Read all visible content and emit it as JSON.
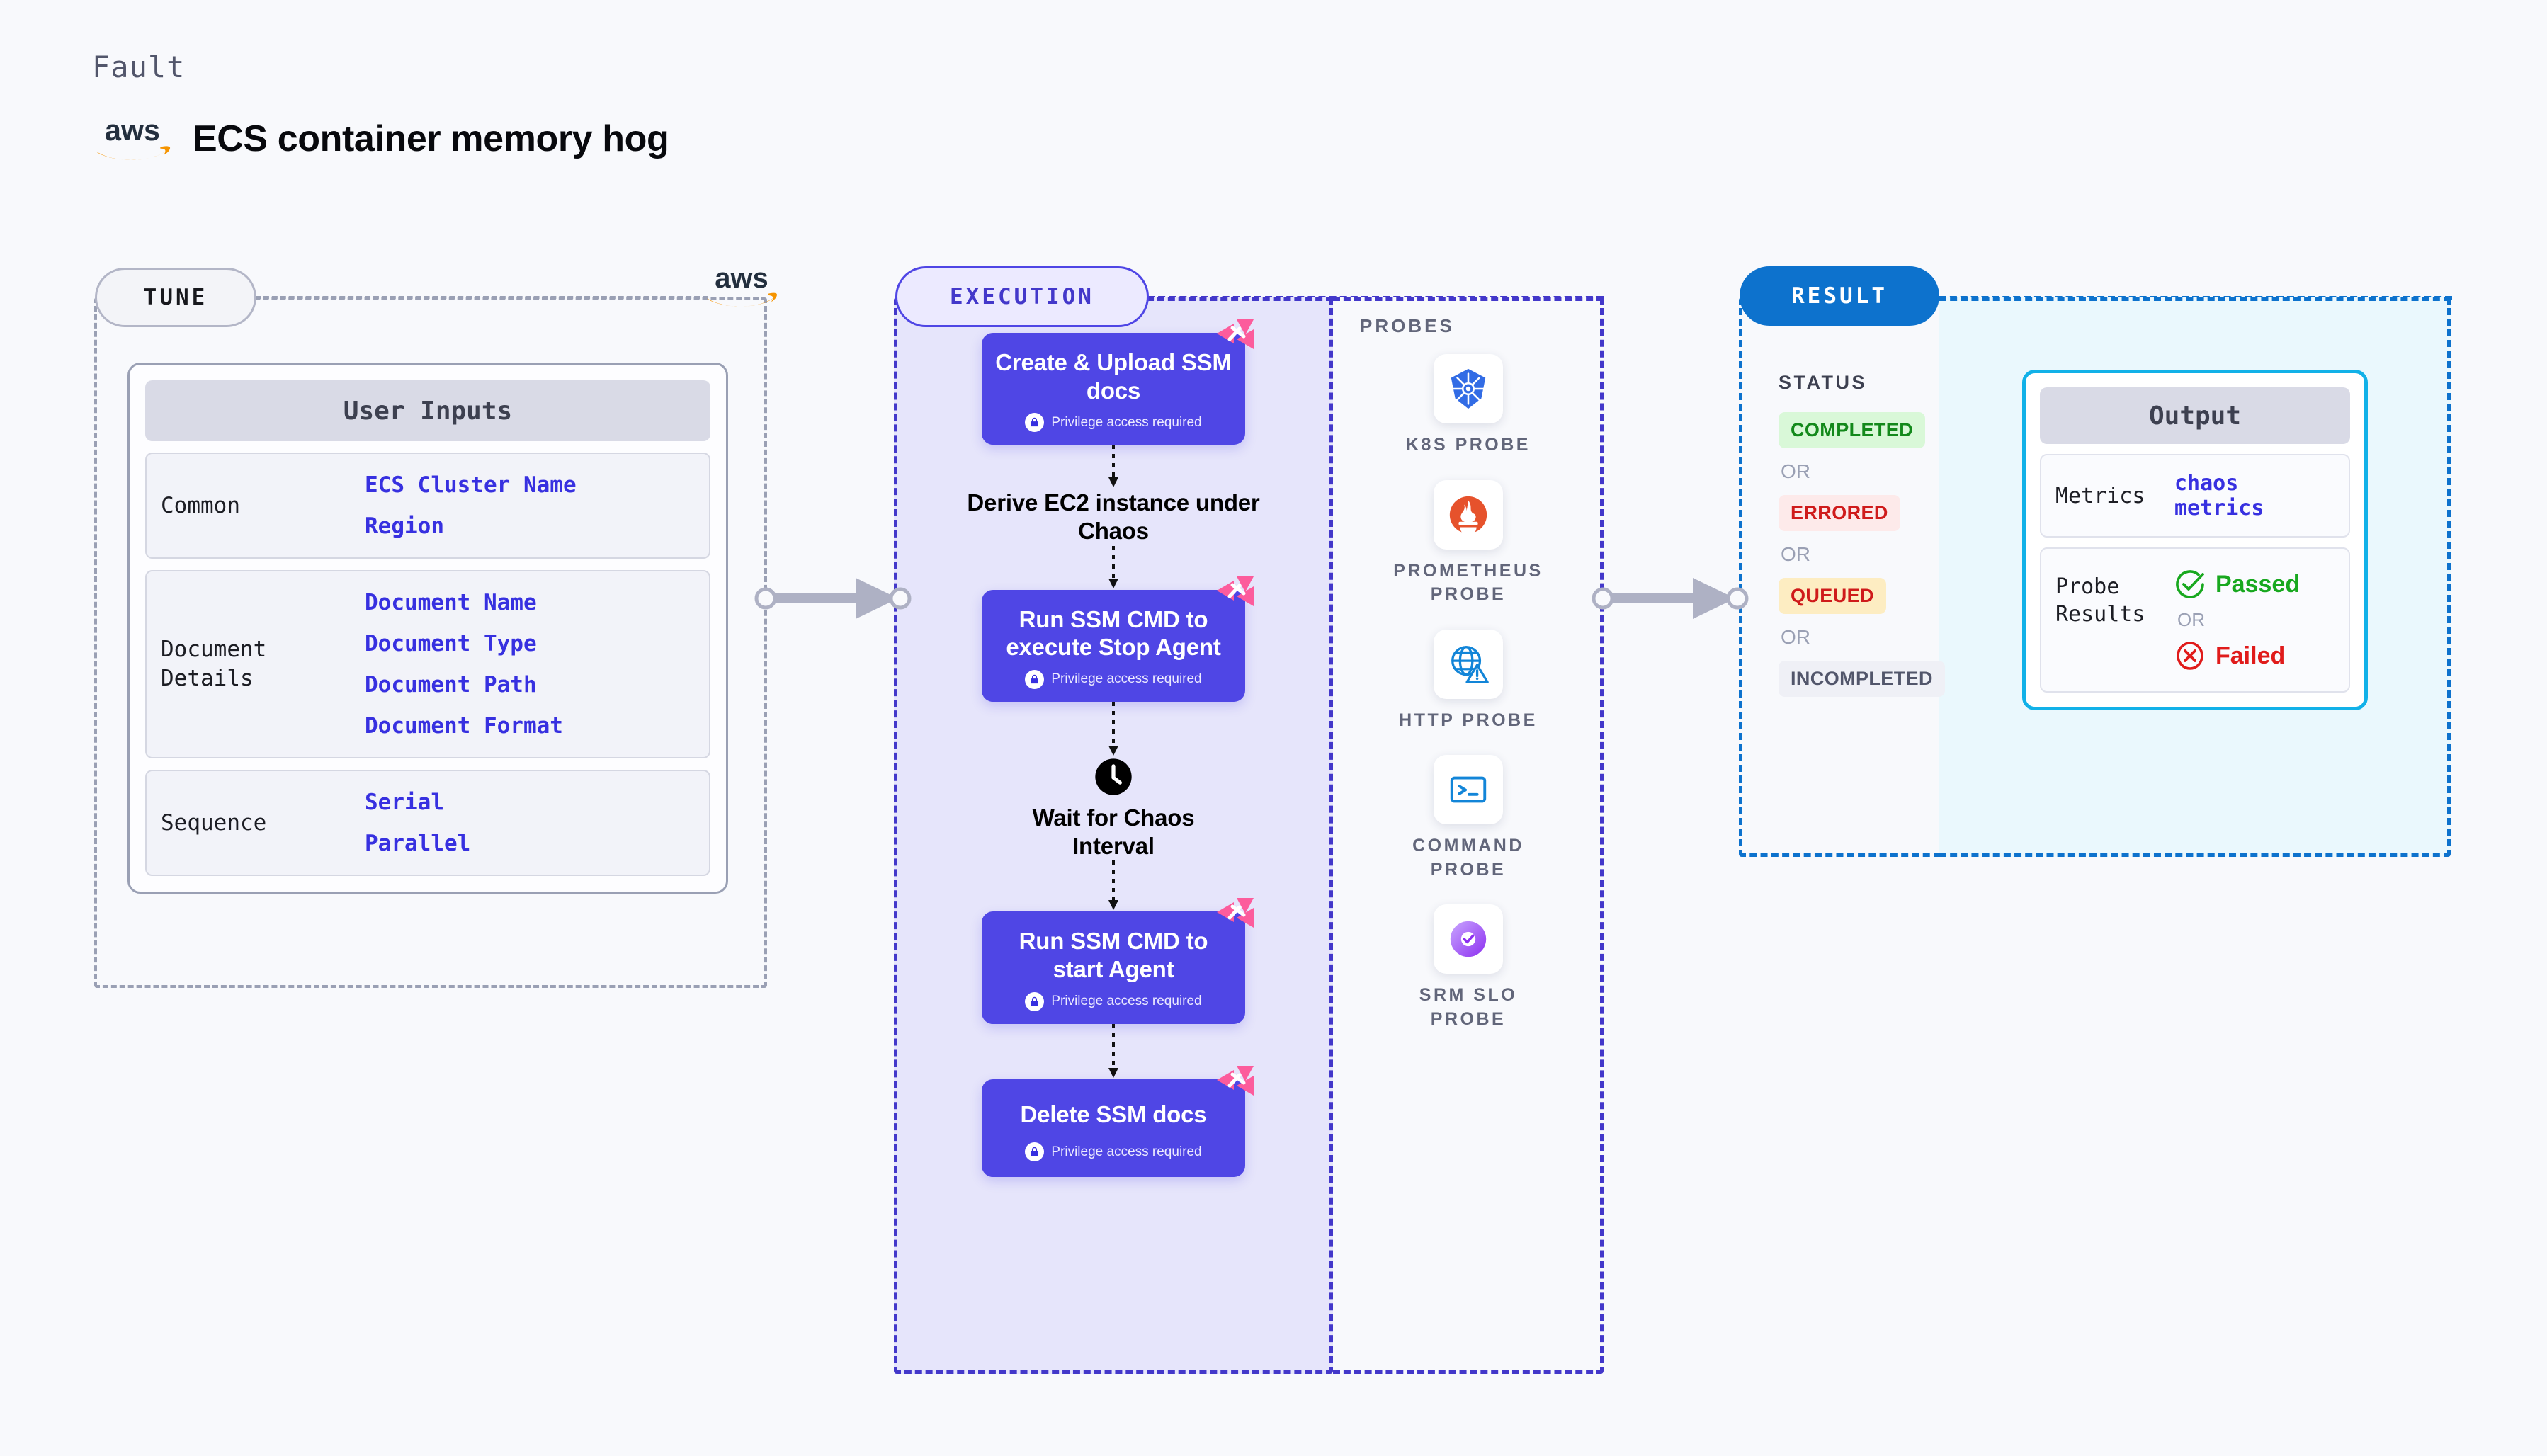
{
  "header": {
    "eyebrow": "Fault",
    "title": "ECS container memory hog",
    "logo_icon": "aws-logo"
  },
  "tune": {
    "badge": "TUNE",
    "brand_icon": "aws-logo",
    "card": {
      "title": "User Inputs",
      "sections": [
        {
          "label": "Common",
          "values": [
            "ECS Cluster Name",
            "Region"
          ]
        },
        {
          "label": "Document\nDetails",
          "values": [
            "Document Name",
            "Document Type",
            "Document Path",
            "Document Format"
          ]
        },
        {
          "label": "Sequence",
          "values": [
            "Serial",
            "Parallel"
          ]
        }
      ]
    }
  },
  "execution": {
    "badge": "EXECUTION",
    "privilege_note": "Privilege access required",
    "steps": [
      {
        "type": "node",
        "title": "Create & Upload SSM docs",
        "privileged": true,
        "flag_icon": "litmus-flag-icon",
        "lock_icon": "lock-icon"
      },
      {
        "type": "plain",
        "title": "Derive EC2 instance under Chaos",
        "icon": null
      },
      {
        "type": "node",
        "title": "Run SSM CMD to execute Stop Agent",
        "privileged": true,
        "flag_icon": "litmus-flag-icon",
        "lock_icon": "lock-icon"
      },
      {
        "type": "plain",
        "title": "Wait for Chaos Interval",
        "icon": "clock-icon"
      },
      {
        "type": "node",
        "title": "Run SSM CMD to start Agent",
        "privileged": true,
        "flag_icon": "litmus-flag-icon",
        "lock_icon": "lock-icon"
      },
      {
        "type": "node",
        "title": "Delete SSM docs",
        "privileged": true,
        "flag_icon": "litmus-flag-icon",
        "lock_icon": "lock-icon"
      }
    ]
  },
  "probes": {
    "title": "PROBES",
    "items": [
      {
        "label": "K8S PROBE",
        "icon": "kubernetes-icon"
      },
      {
        "label": "PROMETHEUS PROBE",
        "icon": "prometheus-icon"
      },
      {
        "label": "HTTP PROBE",
        "icon": "http-globe-warning-icon"
      },
      {
        "label": "COMMAND PROBE",
        "icon": "terminal-icon"
      },
      {
        "label": "SRM SLO PROBE",
        "icon": "srm-slo-icon"
      }
    ]
  },
  "result": {
    "badge": "RESULT",
    "status_title": "STATUS",
    "or_label": "OR",
    "statuses": [
      {
        "label": "COMPLETED",
        "style": "s-completed"
      },
      {
        "label": "ERRORED",
        "style": "s-errored"
      },
      {
        "label": "QUEUED",
        "style": "s-queued"
      },
      {
        "label": "INCOMPLETED",
        "style": "s-incomplete"
      }
    ],
    "output": {
      "title": "Output",
      "metrics_label": "Metrics",
      "metrics_value": "chaos metrics",
      "probe_results_label": "Probe\nResults",
      "passed_label": "Passed",
      "failed_label": "Failed",
      "or_label": "OR",
      "passed_icon": "check-circle-icon",
      "failed_icon": "x-circle-icon"
    }
  },
  "connectors": [
    {
      "name": "tune-to-execution"
    },
    {
      "name": "execution-to-result"
    }
  ],
  "colors": {
    "background": "#f8f9fc",
    "accent_indigo": "#4f46e5",
    "accent_blue": "#0d72cd",
    "accent_cyan": "#11b1e8",
    "litmus_pink": "#fc5c9c",
    "aws_orange": "#f59400",
    "aws_navy": "#232f3e",
    "value_blue": "#3730e0",
    "status_green": "#13891b",
    "status_red": "#cf1b1b",
    "muted": "#9aa0b4"
  }
}
